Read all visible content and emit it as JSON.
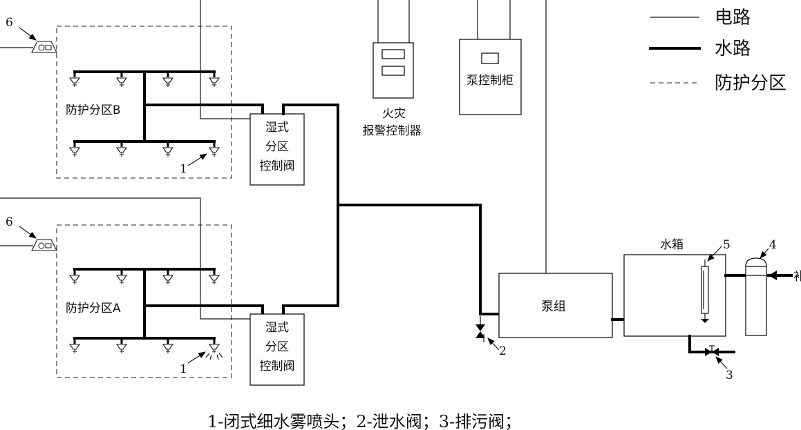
{
  "legend": {
    "electric": "电路",
    "water": "水路",
    "zone": "防护分区"
  },
  "zones": {
    "b_label": "防护分区B",
    "a_label": "防护分区A"
  },
  "valves": {
    "line1": "湿式",
    "line2": "分区",
    "line3": "控制阀"
  },
  "fire_alarm": {
    "line1": "火灾",
    "line2": "报警控制器"
  },
  "pump_cabinet": "泵控制柜",
  "pump_group": "泵组",
  "water_tank": "水箱",
  "partial_label": "补",
  "markers": {
    "n1": "1",
    "n2": "2",
    "n3": "3",
    "n4": "4",
    "n5": "5",
    "n6": "6"
  },
  "caption": "1-闭式细水雾喷头；2-泄水阀；3-排污阀；"
}
